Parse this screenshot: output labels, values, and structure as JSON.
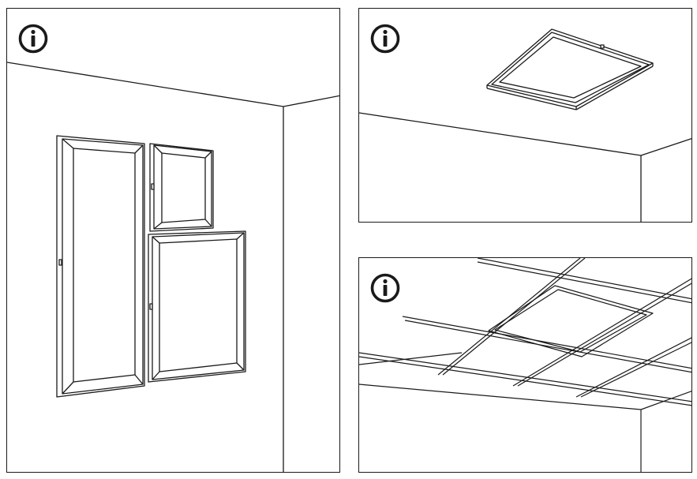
{
  "page": {
    "background": "#ffffff",
    "line_color": "#1a1a1a"
  },
  "panels": [
    {
      "id": "wall-mounted",
      "icon": "info-icon",
      "scene": "wall-mounted-panels"
    },
    {
      "id": "surface-mounted",
      "icon": "info-icon",
      "scene": "ceiling-surface-mounted-panel"
    },
    {
      "id": "grid-recessed",
      "icon": "info-icon",
      "scene": "suspended-grid-ceiling-panel"
    }
  ]
}
